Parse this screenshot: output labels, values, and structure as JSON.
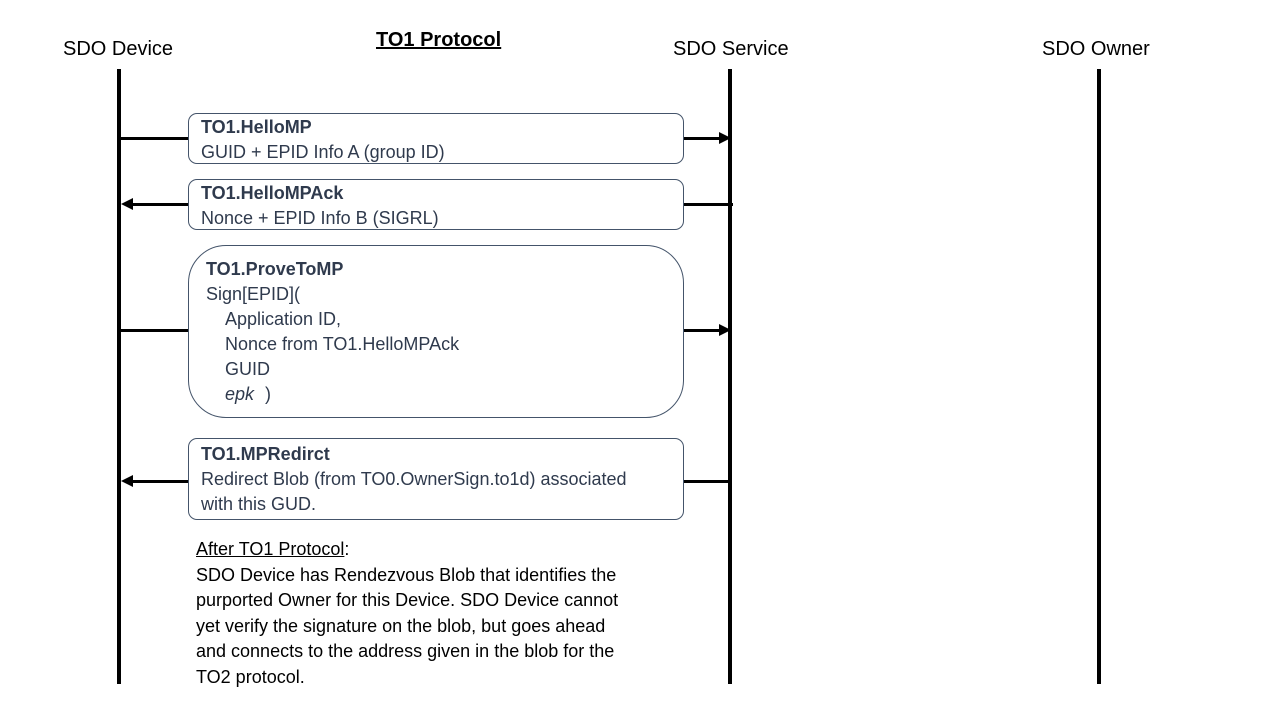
{
  "title": "TO1 Protocol",
  "actors": {
    "device": "SDO Device",
    "service": "SDO Service",
    "owner": "SDO Owner"
  },
  "messages": [
    {
      "name": "TO1.HelloMP",
      "direction": "device-to-service",
      "lines": [
        "GUID + EPID Info A (group ID)"
      ]
    },
    {
      "name": "TO1.HelloMPAck",
      "direction": "service-to-device",
      "lines": [
        "Nonce + EPID Info B (SIGRL)"
      ]
    },
    {
      "name": "TO1.ProveToMP",
      "direction": "device-to-service",
      "lines": [
        "Sign[EPID](",
        "Application ID,",
        "Nonce from TO1.HelloMPAck",
        "GUID",
        "epk",
        ")"
      ]
    },
    {
      "name": "TO1.MPRedirct",
      "direction": "service-to-device",
      "lines": [
        "Redirect Blob (from TO0.OwnerSign.to1d) associated",
        "with this GUD."
      ]
    }
  ],
  "note": {
    "heading": "After TO1 Protocol",
    "suffix": ":",
    "lines": [
      "SDO Device has Rendezvous Blob that identifies the",
      "purported Owner for this Device.  SDO Device cannot",
      "yet verify the signature on the blob, but goes ahead",
      "and connects to the address given in the blob for the",
      "TO2 protocol."
    ]
  }
}
